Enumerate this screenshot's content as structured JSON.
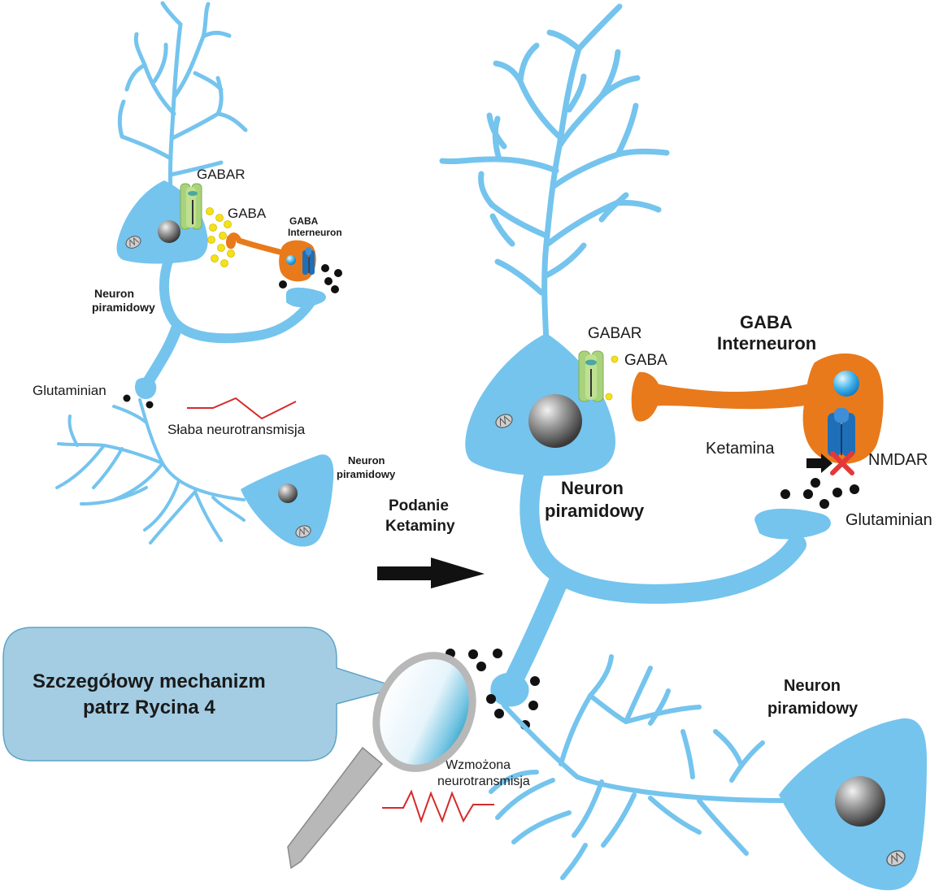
{
  "labels": {
    "left_gabar": "GABAR",
    "left_gaba": "GABA",
    "left_interneuron_line1": "GABA",
    "left_interneuron_line2": "Interneuron",
    "left_neuron1_line1": "Neuron",
    "left_neuron1_line2": "piramidowy",
    "left_glutamate": "Glutaminian",
    "weak_transmission": "Słaba neurotransmisja",
    "left_neuron2_line1": "Neuron",
    "left_neuron2_line2": "piramidowy",
    "ketamine_step_line1": "Podanie",
    "ketamine_step_line2": "Ketaminy",
    "right_gabar": "GABAR",
    "right_gaba": "GABA",
    "right_interneuron_line1": "GABA",
    "right_interneuron_line2": "Interneuron",
    "ketamine": "Ketamina",
    "nmdar": "NMDAR",
    "right_glutamate": "Glutaminian",
    "right_neuron1_line1": "Neuron",
    "right_neuron1_line2": "piramidowy",
    "right_neuron2_line1": "Neuron",
    "right_neuron2_line2": "piramidowy",
    "enhanced_line1": "Wzmożona",
    "enhanced_line2": "neurotransmisja"
  },
  "callout": {
    "line1": "Szczegółowy mechanizm",
    "line2": "patrz Rycina 4"
  },
  "colors": {
    "neuron": "#74c4ee",
    "interneuron": "#e87a1c",
    "gabar": "#a8d37b",
    "nmdar": "#1f6fb8",
    "gaba": "#f5e11a",
    "glutamate": "#111111",
    "signal": "#d62a2a",
    "block": "#e33838",
    "callout": "#a4cde3"
  }
}
